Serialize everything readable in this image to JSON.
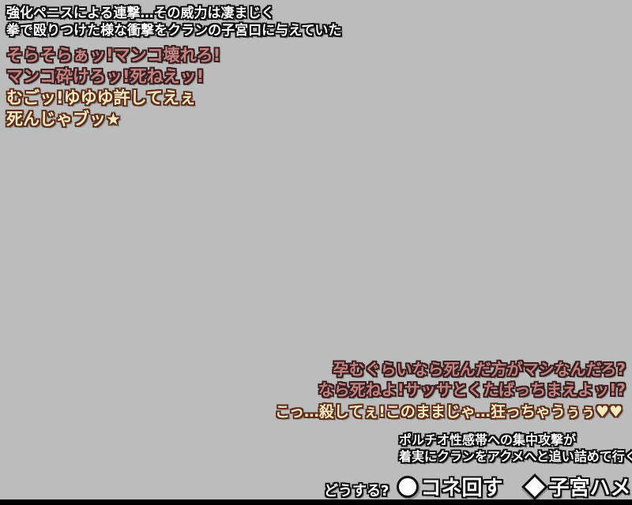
{
  "colors": {
    "background": "#bcbcbc",
    "bottom_bar": "#000000",
    "narration_text": "#fcfcfc",
    "narration_outline": "#101010",
    "pink_text": "#c28383",
    "pink_outline": "#3a2020",
    "cream_text": "#f3e8c1",
    "cream_outline": "#5e2f1d"
  },
  "narration_top": {
    "lines": [
      "強化ペニスによる連撃…その威力は凄まじく",
      "拳で殴りつけた様な衝撃をクランの子宮口に与えていた"
    ]
  },
  "dialogue_pink_top": {
    "lines": [
      "そらそらぁッ!マンコ壊れろ!",
      "マンコ砕けろッ!死ねえッ!"
    ]
  },
  "dialogue_cream_top": {
    "lines": [
      "むごッ!ゆゆゆ許してえぇ",
      "死んじゃブッ★"
    ]
  },
  "dialogue_pink_bottom": {
    "lines": [
      "孕むぐらいなら死んだ方がマシなんだろ?",
      "なら死ねよ!サッサとくたばっちまえよッ!?"
    ]
  },
  "dialogue_cream_bottom": {
    "line": "こっ…殺してぇ!このままじゃ…狂っちゃうぅぅ♥♥"
  },
  "narration_bottom": {
    "lines": [
      "ポルチオ性感帯への集中攻撃が",
      "着実にクランをアクメへと追い詰めて行く"
    ]
  },
  "choice": {
    "prompt": "どうする?",
    "options": [
      {
        "icon": "circle-icon",
        "label": "コネ回す"
      },
      {
        "icon": "diamond-icon",
        "label": "子宮ハメ"
      }
    ]
  }
}
